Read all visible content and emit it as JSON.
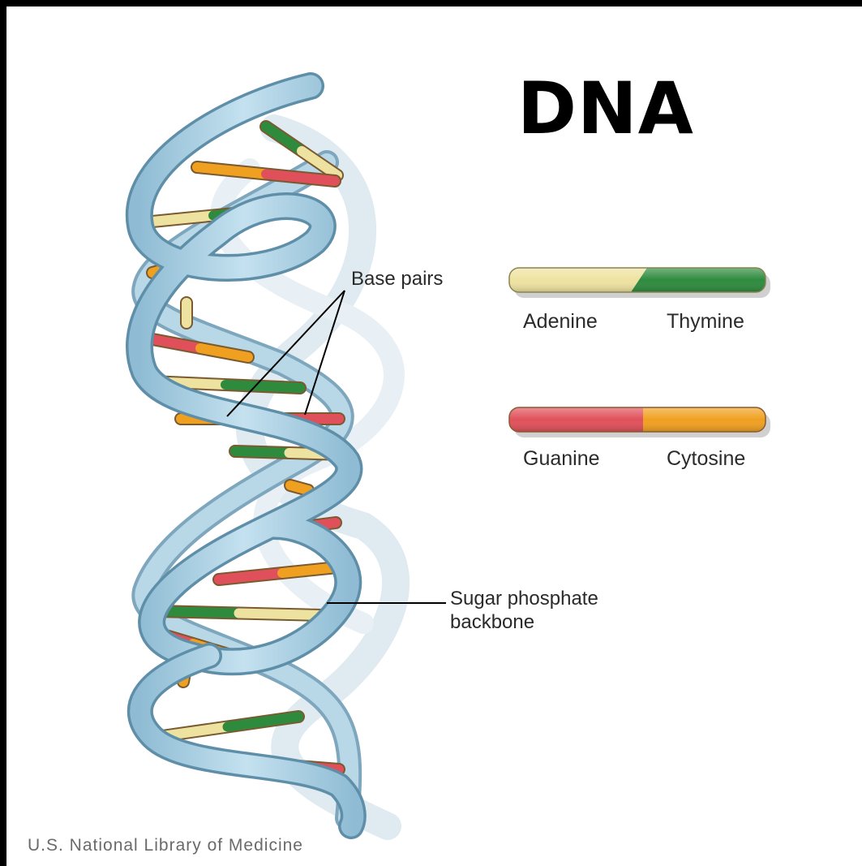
{
  "title": "DNA",
  "labels": {
    "base_pairs": "Base pairs",
    "sugar_phosphate_line1": "Sugar phosphate",
    "sugar_phosphate_line2": "backbone"
  },
  "key": [
    {
      "left": "Adenine",
      "right": "Thymine",
      "left_color": "#eee2a0",
      "right_color": "#2e8b3e"
    },
    {
      "left": "Guanine",
      "right": "Cytosine",
      "left_color": "#e0505a",
      "right_color": "#f0a020"
    }
  ],
  "credit": "U.S. National Library of Medicine",
  "colors": {
    "backbone": "#a9cfe3",
    "backbone_edge": "#5f8fa8",
    "shadow": "#dbe7ef",
    "adenine": "#eee2a0",
    "thymine": "#2e8b3e",
    "guanine": "#e0505a",
    "cytosine": "#f0a020"
  }
}
